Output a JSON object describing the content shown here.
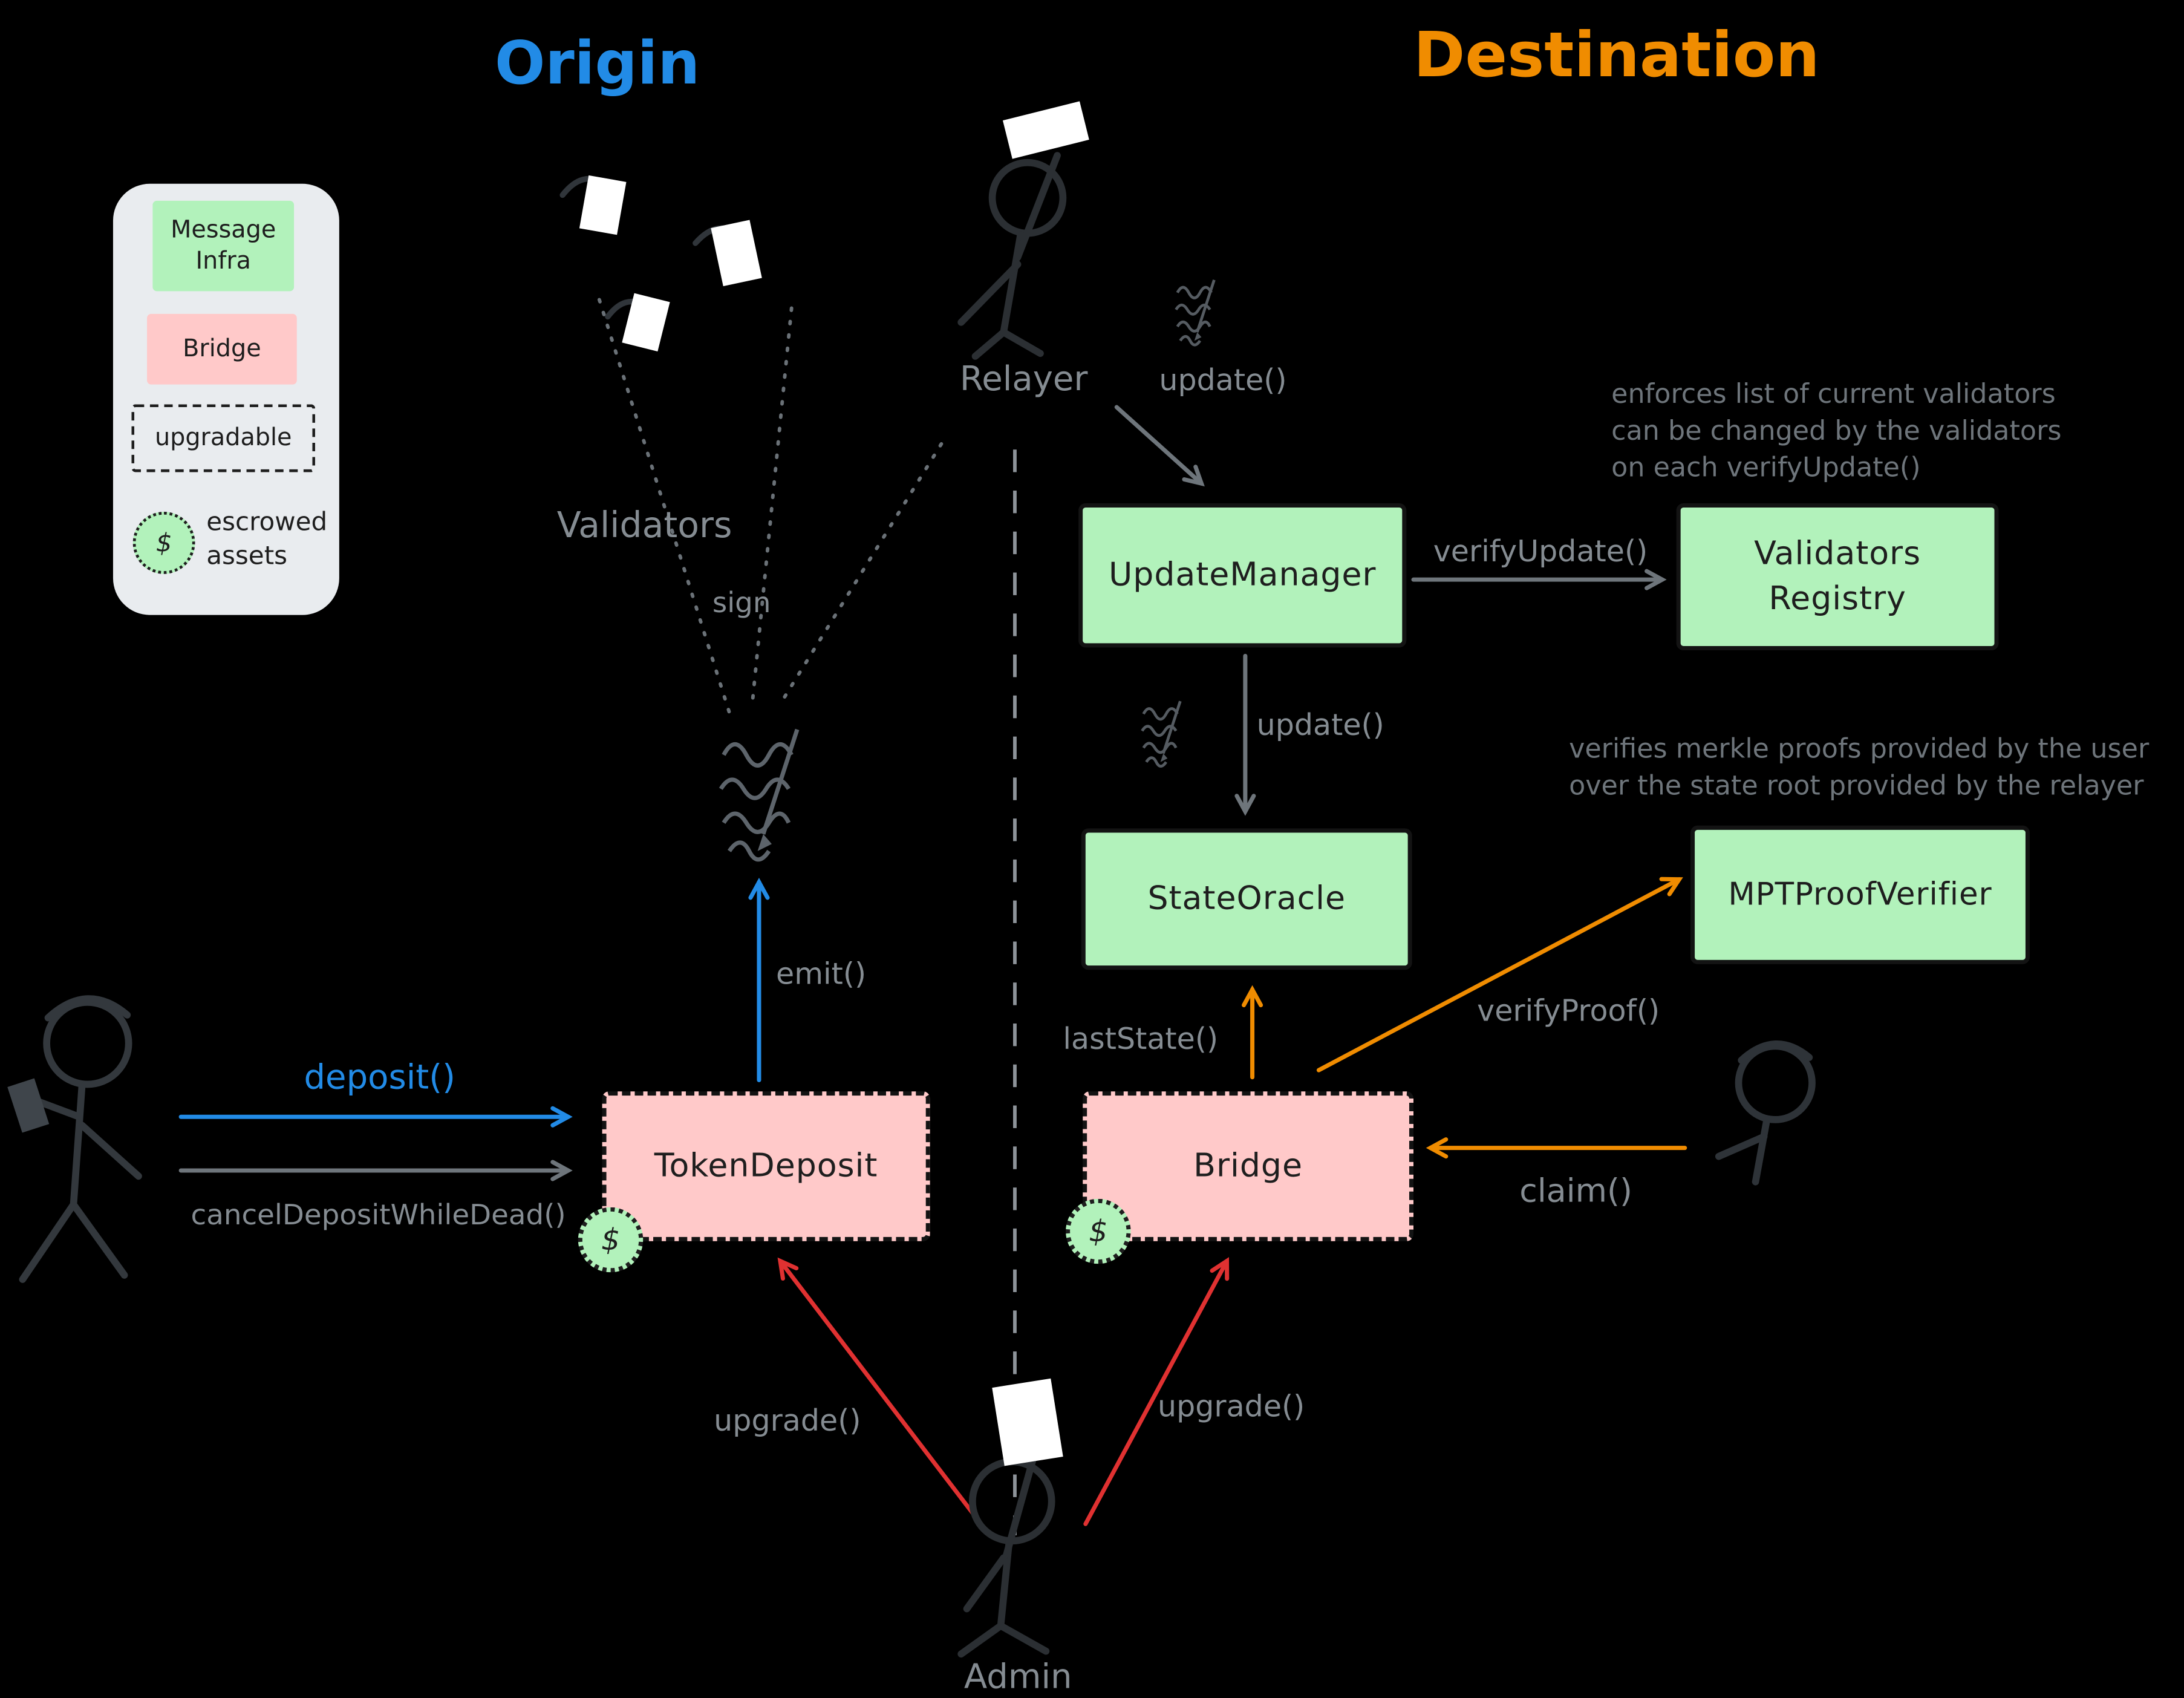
{
  "colors": {
    "background": "#000000",
    "green": "#b2f2bb",
    "pink": "#ffc9c9",
    "blue": "#228be6",
    "orange": "#f08c00",
    "red": "#e03131",
    "gray_label": "#858c92",
    "gray_note": "#6e757b",
    "legend_bg": "#e9ecef"
  },
  "titles": {
    "origin": "Origin",
    "destination": "Destination"
  },
  "legend": {
    "message_infra": "Message Infra",
    "bridge": "Bridge",
    "upgradable": "upgradable",
    "escrowed_symbol": "$",
    "escrowed_label": "escrowed assets"
  },
  "actors": {
    "relayer": "Relayer",
    "validators": "Validators",
    "admin": "Admin"
  },
  "nodes": {
    "update_manager": "UpdateManager",
    "validators_registry": "Validators Registry",
    "state_oracle": "StateOracle",
    "mpt_proof_verifier": "MPTProofVerifier",
    "token_deposit": "TokenDeposit",
    "bridge": "Bridge"
  },
  "escrow_badge": "$",
  "edges": {
    "update_top": "update()",
    "verify_update": "verifyUpdate()",
    "update_mid": "update()",
    "last_state": "lastState()",
    "verify_proof": "verifyProof()",
    "claim": "claim()",
    "deposit": "deposit()",
    "cancel_deposit": "cancelDepositWhileDead()",
    "emit": "emit()",
    "sign": "sign",
    "upgrade_left": "upgrade()",
    "upgrade_right": "upgrade()"
  },
  "annotations": {
    "validators_note_line1": "enforces list of current validators",
    "validators_note_line2": "can be changed by the validators",
    "validators_note_line3": "on each verifyUpdate()",
    "merkle_note_line1": "verifies merkle proofs provided by the user",
    "merkle_note_line2": "over the state root provided by the relayer"
  }
}
